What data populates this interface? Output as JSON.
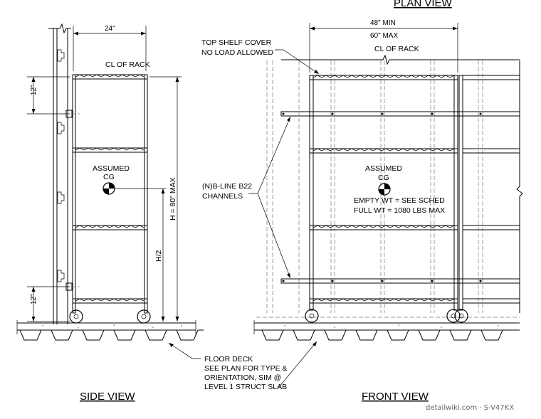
{
  "titles": {
    "plan_view": "PLAN VIEW",
    "side_view": "SIDE VIEW",
    "front_view": "FRONT VIEW"
  },
  "side": {
    "dim_top": "24\"",
    "cl_rack": "CL OF RACK",
    "dim_12_top": "12\"",
    "dim_12_bottom": "12\"",
    "assumed": "ASSUMED",
    "cg": "CG",
    "height": "H = 80\" MAX",
    "half": "H/2"
  },
  "front": {
    "dim_min": "48\" MIN",
    "dim_max": "60\" MAX",
    "cl_rack": "CL OF RACK",
    "top_cover_1": "TOP SHELF COVER",
    "top_cover_2": "NO LOAD ALLOWED",
    "channels_1": "(N)B-LINE B22",
    "channels_2": "CHANNELS",
    "assumed": "ASSUMED",
    "cg": "CG",
    "empty_wt": "EMPTY WT = SEE SCHED",
    "full_wt": "FULL WT = 1080 LBS MAX"
  },
  "floor_note": {
    "line1": "FLOOR DECK",
    "line2": "SEE PLAN FOR TYPE &",
    "line3": "ORIENTATION, SIM @",
    "line4": "LEVEL 1 STRUCT SLAB"
  },
  "watermark": "detailwiki.com · S-V47KX"
}
